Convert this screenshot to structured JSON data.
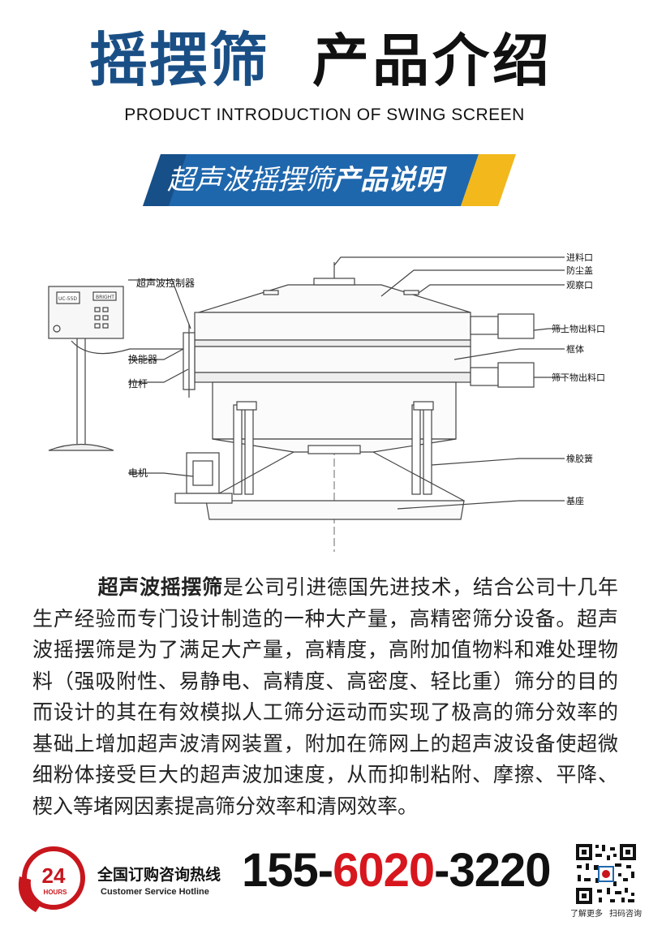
{
  "header": {
    "title_blue": "摇摆筛",
    "title_black": "产品介绍",
    "subtitle": "PRODUCT INTRODUCTION OF SWING SCREEN"
  },
  "banner": {
    "text_regular": "超声波摇摆筛",
    "text_bold": "产品说明"
  },
  "diagram": {
    "labels": {
      "controller": "超声波控制器",
      "transducer": "换能器",
      "pull_rod": "拉杆",
      "motor": "电机",
      "feed_inlet": "进料口",
      "dust_cover": "防尘盖",
      "observation_port": "观察口",
      "upper_outlet": "筛上物出料口",
      "frame": "框体",
      "lower_outlet": "筛下物出料口",
      "rubber_spring": "橡胶簧",
      "base": "基座"
    },
    "controller_panel_text": "UC-55D",
    "controller_brand": "BRIGHT"
  },
  "body": {
    "lead": "超声波摇摆筛",
    "text": "是公司引进德国先进技术，结合公司十几年生产经验而专门设计制造的一种大产量，高精密筛分设备。超声波摇摆筛是为了满足大产量，高精度，高附加值物料和难处理物料（强吸附性、易静电、高精度、高密度、轻比重）筛分的目的而设计的其在有效模拟人工筛分运动而实现了极高的筛分效率的基础上增加超声波清网装置，附加在筛网上的超声波设备使超微细粉体接受巨大的超声波加速度，从而抑制粘附、摩擦、平降、楔入等堵网因素提高筛分效率和清网效率。"
  },
  "footer": {
    "badge_number": "24",
    "badge_text": "HOURS",
    "hotline_label": "全国订购咨询热线",
    "hotline_en": "Customer Service Hotline",
    "phone_part1": "155-",
    "phone_part2": "6020",
    "phone_part3": "-3220",
    "qr_caption_left": "了解更多",
    "qr_caption_right": "扫码咨询"
  },
  "colors": {
    "title_blue": "#1a4f86",
    "banner_blue": "#1f67ad",
    "banner_yellow": "#f2b81c",
    "phone_red": "#d7161e",
    "badge_red": "#c8161d"
  }
}
